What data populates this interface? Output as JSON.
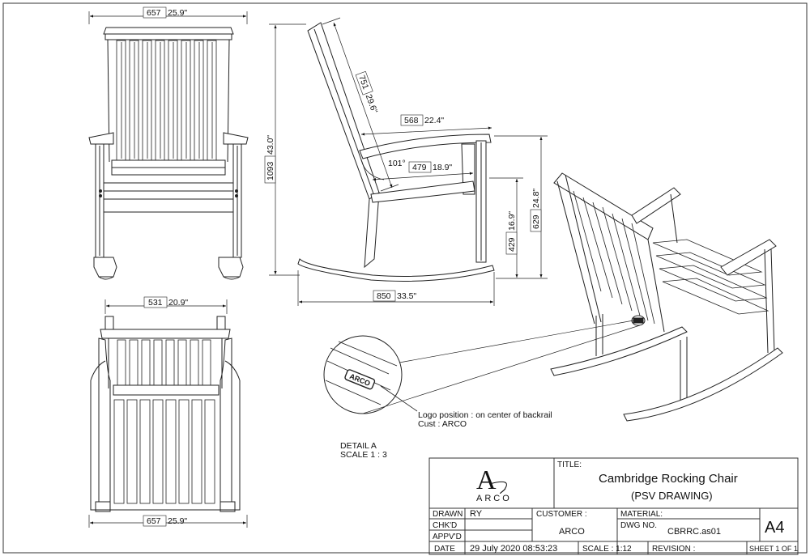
{
  "dimensions": {
    "front_width": {
      "mm": "657",
      "in": "25.9\""
    },
    "back_width": {
      "mm": "531",
      "in": "20.9\""
    },
    "bottom_width": {
      "mm": "657",
      "in": "25.9\""
    },
    "backrest_length": {
      "mm": "751",
      "in": "29.6\""
    },
    "armrest_length": {
      "mm": "568",
      "in": "22.4\""
    },
    "seat_depth": {
      "mm": "479",
      "in": "18.9\""
    },
    "overall_height": {
      "mm": "1093",
      "in": "43.0\""
    },
    "arm_height": {
      "mm": "629",
      "in": "24.8\""
    },
    "seat_height": {
      "mm": "429",
      "in": "16.9\""
    },
    "rocker_length": {
      "mm": "850",
      "in": "33.5\""
    },
    "back_angle": "101°"
  },
  "detail": {
    "logo_text": "ARCO",
    "note_line1": "Logo position : on center of backrail",
    "note_line2": "Cust : ARCO",
    "title_line1": "DETAIL A",
    "title_line2": "SCALE 1 : 3"
  },
  "title_block": {
    "logo_letter": "A",
    "logo_name": "ARCO",
    "title_label": "TITLE:",
    "title": "Cambridge Rocking Chair",
    "subtitle": "(PSV DRAWING)",
    "drawn_label": "DRAWN",
    "drawn_value": "RY",
    "chkd_label": "CHK'D",
    "appvd_label": "APPV'D",
    "date_label": "DATE",
    "date_value": "29 July 2020 08:53:23",
    "customer_label": "CUSTOMER :",
    "customer_value": "ARCO",
    "material_label": "MATERIAL:",
    "dwg_label": "DWG NO.",
    "dwg_value": "CBRRC.as01",
    "size": "A4",
    "scale": "SCALE : 1:12",
    "revision": "REVISION :",
    "sheet": "SHEET 1 OF 1"
  }
}
